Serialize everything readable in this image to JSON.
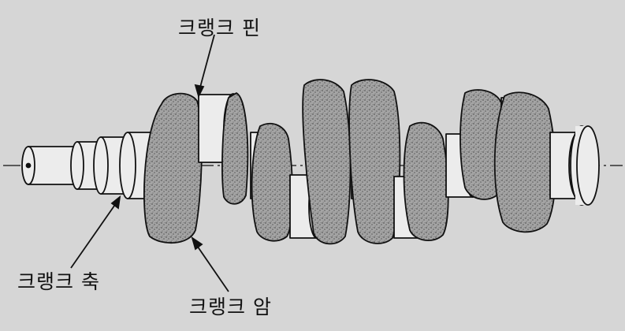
{
  "diagram": {
    "labels": {
      "crank_pin": "크랭크 핀",
      "crank_shaft": "크랭크 축",
      "crank_arm": "크랭크 암"
    },
    "colors": {
      "background": "#d6d6d6",
      "line": "#111111",
      "web_fill": "#9c9c9c",
      "shaft_fill": "#e8e8e8"
    }
  }
}
